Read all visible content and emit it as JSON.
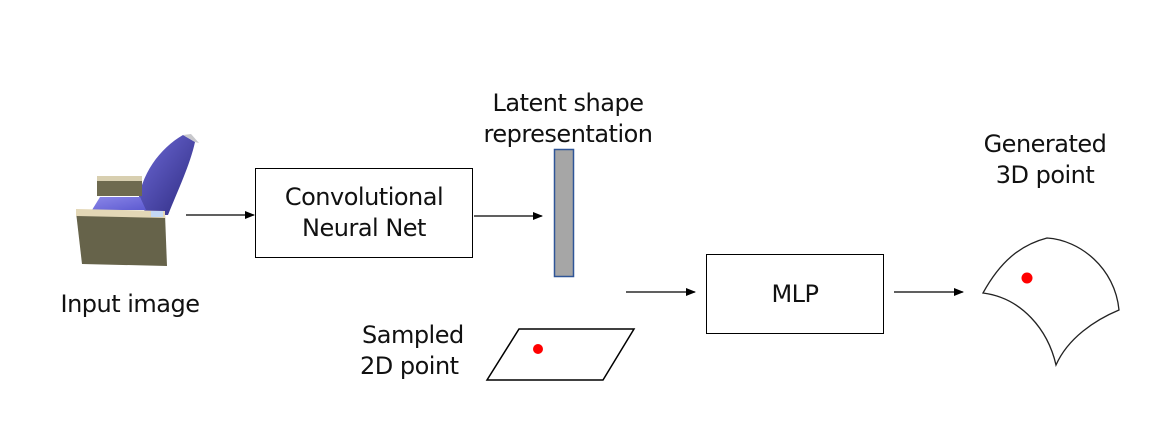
{
  "diagram": {
    "input": {
      "label": "Input image",
      "icon": "armchair-3d-render"
    },
    "cnn": {
      "line1": "Convolutional",
      "line2": "Neural Net"
    },
    "latent": {
      "line1": "Latent shape",
      "line2": "representation",
      "fill": "#a6a6a6",
      "border": "#2f5597"
    },
    "sampled": {
      "line1": "Sampled",
      "line2": "2D point"
    },
    "mlp": {
      "label": "MLP"
    },
    "output": {
      "line1": "Generated",
      "line2": "3D point"
    },
    "colors": {
      "point": "#ff0000",
      "stroke": "#000000"
    },
    "edges": [
      {
        "from": "input",
        "to": "cnn"
      },
      {
        "from": "cnn",
        "to": "latent"
      },
      {
        "from": "latent+sampled",
        "to": "mlp"
      },
      {
        "from": "mlp",
        "to": "output"
      }
    ]
  }
}
